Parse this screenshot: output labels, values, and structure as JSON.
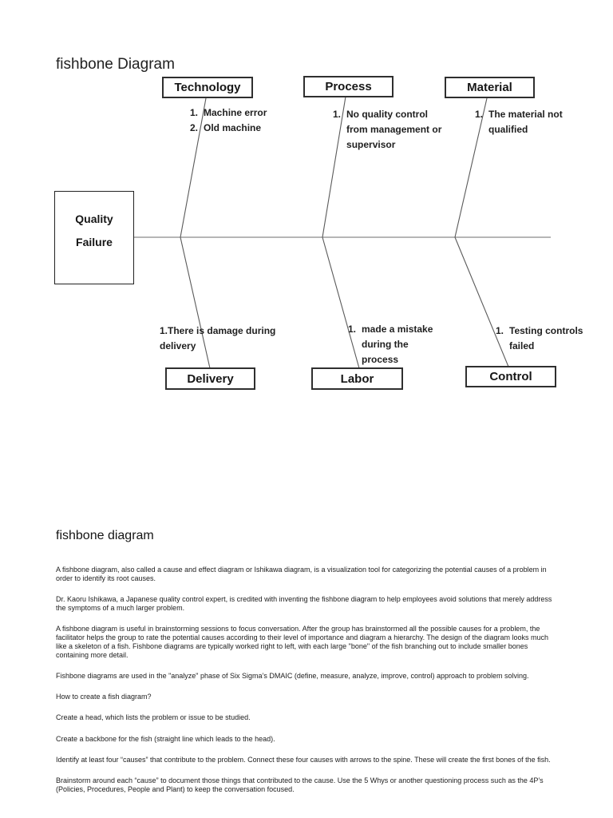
{
  "title": "fishbone Diagram",
  "diagram": {
    "head": {
      "line1": "Quality",
      "line2": "Failure"
    },
    "branches": [
      {
        "label": "Technology",
        "causes": [
          {
            "num": "1.",
            "text": "Machine error"
          },
          {
            "num": "2.",
            "text": "Old machine"
          }
        ]
      },
      {
        "label": "Process",
        "causes": [
          {
            "num": "1.",
            "text": "No quality control from management or supervisor"
          }
        ]
      },
      {
        "label": "Material",
        "causes": [
          {
            "num": "1.",
            "text": "The material not qualified"
          }
        ]
      },
      {
        "label": "Delivery",
        "causes": [
          {
            "num": "",
            "text": "1.There is damage during delivery"
          }
        ]
      },
      {
        "label": "Labor",
        "causes": [
          {
            "num": "1.",
            "text": "made a mistake during the process"
          }
        ]
      },
      {
        "label": "Control",
        "causes": [
          {
            "num": "1.",
            "text": "Testing controls failed"
          }
        ]
      }
    ]
  },
  "article": {
    "heading": "fishbone diagram",
    "paragraphs": [
      "A fishbone diagram, also called a cause and effect diagram or Ishikawa diagram, is a visualization tool for categorizing the potential causes of a problem in order to identify its root causes.",
      "Dr. Kaoru Ishikawa, a Japanese quality control expert, is credited with inventing the fishbone diagram to help employees avoid solutions that merely address the symptoms of a much larger problem.",
      "A fishbone diagram is useful in brainstorming sessions to focus conversation. After the group has brainstormed all the possible causes for a problem, the facilitator helps the group to rate the potential causes according to their level of importance and diagram a hierarchy. The design of the diagram looks much like a skeleton of a fish. Fishbone diagrams are typically worked right to left, with each large \"bone\" of the fish branching out to include smaller bones containing more detail.",
      "Fishbone diagrams are used in the \"analyze\" phase of Six Sigma’s DMAIC (define, measure, analyze, improve, control) approach to problem solving.",
      "How to create a fish diagram?",
      "Create a head, which lists the problem or issue to be studied.",
      "Create a backbone for the fish (straight line which leads to the head).",
      "Identify at least four “causes” that contribute to the problem. Connect these four causes with arrows to the spine. These will create the first bones of the fish.",
      "Brainstorm around each “cause” to document those things that contributed to the cause. Use the 5 Whys or another questioning process such as the 4P’s (Policies, Procedures, People and Plant) to keep the conversation focused."
    ]
  }
}
